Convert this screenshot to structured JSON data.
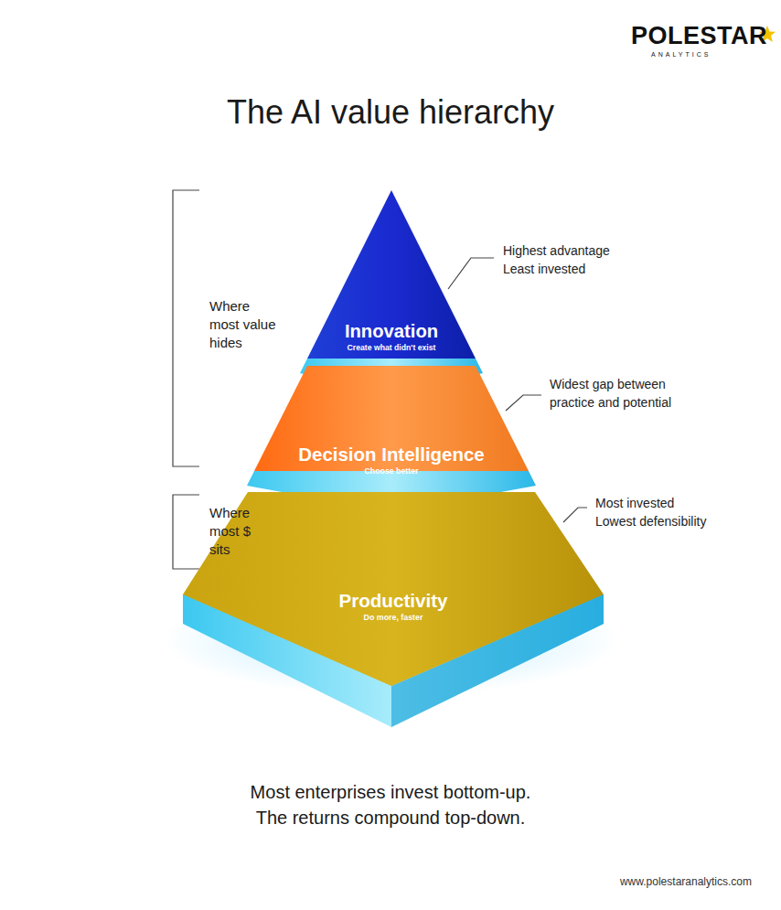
{
  "diagram": {
    "title": "The AI value hierarchy",
    "caption": "Most enterprises invest bottom-up. The returns compound top-down.",
    "nodes": [
      {
        "text": [
          "Innovation",
          "Create what didn't exist"
        ]
      },
      {
        "text": [
          "Decision Intelligence",
          "Choose better"
        ]
      },
      {
        "text": [
          "Productivity",
          "Do more, faster"
        ]
      }
    ],
    "labels": [
      "POLESTAR",
      "ANALYTICS",
      "Where most value hides",
      "Where most $ sits",
      "Highest advantage Least invested",
      "Widest gap between practice and potential",
      "Most invested Lowest defensibility",
      "www.polestaranalytics.com"
    ]
  }
}
